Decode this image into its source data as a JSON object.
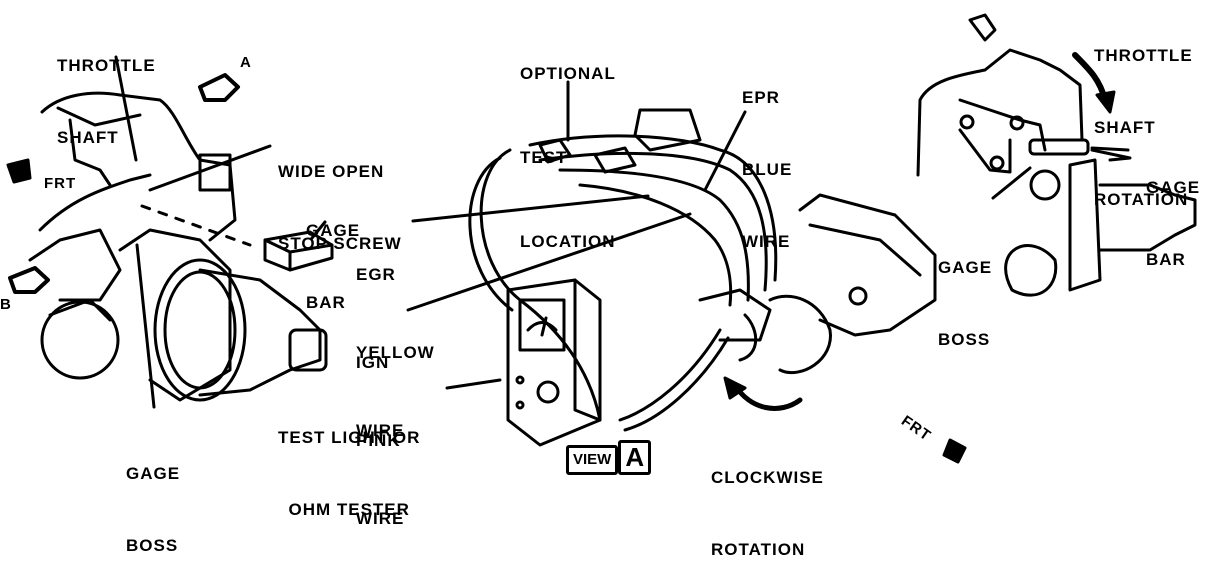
{
  "figure": {
    "left_view": {
      "labels": {
        "throttle_shaft": [
          "THROTTLE",
          "SHAFT"
        ],
        "wide_open_stop_screw": [
          "WIDE OPEN",
          "STOP SCREW"
        ],
        "gage_bar": [
          "GAGE",
          "BAR"
        ],
        "gage_boss": [
          "GAGE",
          "BOSS"
        ]
      },
      "direction_markers": {
        "arrow_a": "A",
        "arrow_b": "B",
        "front": "FRT"
      }
    },
    "center_view": {
      "labels": {
        "optional_test_location": [
          "OPTIONAL",
          "TEST",
          "LOCATION"
        ],
        "epr_blue_wire": [
          "EPR",
          "BLUE",
          "WIRE"
        ],
        "egr_yellow_wire": [
          "EGR",
          "YELLOW",
          "WIRE"
        ],
        "ign_pink_wire": [
          "IGN",
          "PINK",
          "WIRE"
        ],
        "test_light": [
          "TEST LIGHT OR",
          "OHM TESTER"
        ],
        "clockwise_rotation": [
          "CLOCKWISE",
          "ROTATION"
        ]
      },
      "front_marker": "FRT",
      "view_tag": {
        "word": "VIEW",
        "letter": "A"
      }
    },
    "right_view": {
      "labels": {
        "throttle_shaft_rotation": [
          "THROTTLE",
          "SHAFT",
          "ROTATION"
        ],
        "gage_bar": [
          "GAGE",
          "BAR"
        ],
        "gage_boss": [
          "GAGE",
          "BOSS"
        ]
      }
    }
  }
}
